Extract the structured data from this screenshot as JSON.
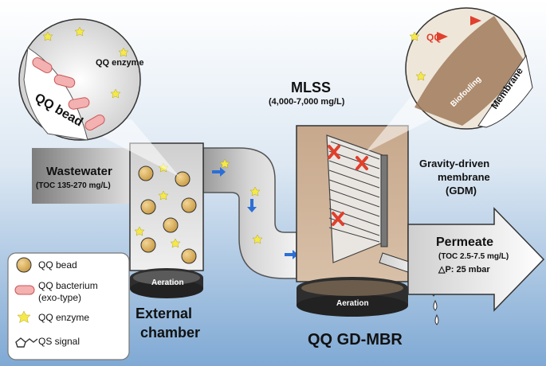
{
  "circle_left": {
    "title": "QQ bead",
    "enzyme": "QQ enzyme"
  },
  "circle_right": {
    "qq": "QQ",
    "biofouling": "Biofouling",
    "membrane": "Membrane"
  },
  "inlet": {
    "title": "Wastewater",
    "toc": "(TOC 135-270 mg/L)"
  },
  "external": {
    "aeration": "Aeration",
    "title_line1": "External",
    "title_line2": "chamber"
  },
  "reactor": {
    "mlss": "MLSS",
    "mlss_range": "(4,000-7,000 mg/L)",
    "aeration": "Aeration",
    "title": "QQ GD-MBR"
  },
  "gdm": {
    "line1": "Gravity-driven",
    "line2": "membrane",
    "line3": "(GDM)"
  },
  "outlet": {
    "title": "Permeate",
    "toc": "(TOC 2.5-7.5 mg/L)",
    "pressure": "△P: 25 mbar"
  },
  "legend": {
    "bead": "QQ bead",
    "bacterium1": "QQ bacterium",
    "bacterium2": "(exo-type)",
    "enzyme": "QQ enzyme",
    "signal": "QS signal"
  },
  "colors": {
    "bg_top": "#ffffff",
    "bg_bottom": "#7fa9d4",
    "sludge": "#c9a88a",
    "bead": "#d9b36a",
    "bacterium": "#f3b1b1",
    "enzyme": "#f5e94a",
    "arrow": "#2b6fd6",
    "cross": "#e0402c"
  }
}
